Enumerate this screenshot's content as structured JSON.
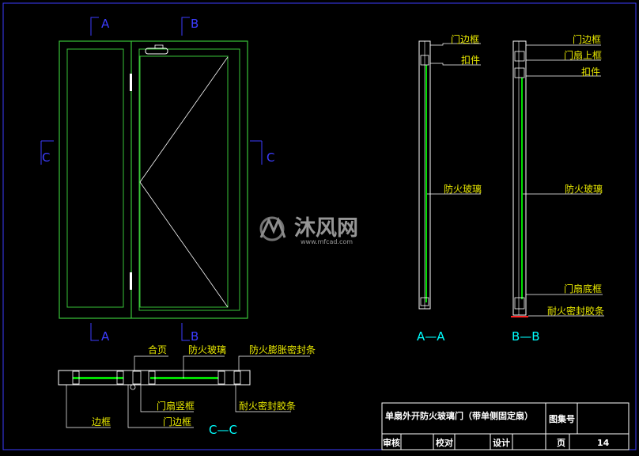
{
  "colors": {
    "background": "#000000",
    "frame_blue": "#3c3cff",
    "frame_green": "#39c439",
    "glass_green": "#00e000",
    "label_cyan": "#00ffff",
    "label_yellow": "#e8e800",
    "line_white": "#ffffff",
    "seal_red": "#ff2020"
  },
  "front_view": {
    "section_marks": {
      "a": "A",
      "b": "B",
      "c": "C"
    }
  },
  "section_aa": {
    "title": "A—A",
    "labels": {
      "door_frame": "门边框",
      "cover_strip": "扣件",
      "fire_glass": "防火玻璃"
    }
  },
  "section_bb": {
    "title": "B—B",
    "labels": {
      "door_frame": "门边框",
      "leaf_top_frame": "门扇上框",
      "cover_strip": "扣件",
      "fire_glass": "防火玻璃",
      "leaf_bottom_frame": "门扇底框",
      "fire_sealant": "耐火密封胶条"
    }
  },
  "section_cc": {
    "title": "C—C",
    "labels": {
      "hinge": "合页",
      "fire_glass": "防火玻璃",
      "intumescent_strip": "防火膨胀密封条",
      "leaf_stile": "门扇竖框",
      "fire_sealant": "耐火密封胶条",
      "side_frame": "边框",
      "door_frame": "门边框"
    }
  },
  "watermark": {
    "brand": "沐风网",
    "url": "www.mfcad.com"
  },
  "title_block": {
    "title": "单扇外开防火玻璃门（带单侧固定扇）",
    "atlas_no_label": "图集号",
    "review_label": "审核",
    "check_label": "校对",
    "design_label": "设计",
    "page_label": "页",
    "page_number": "14"
  }
}
